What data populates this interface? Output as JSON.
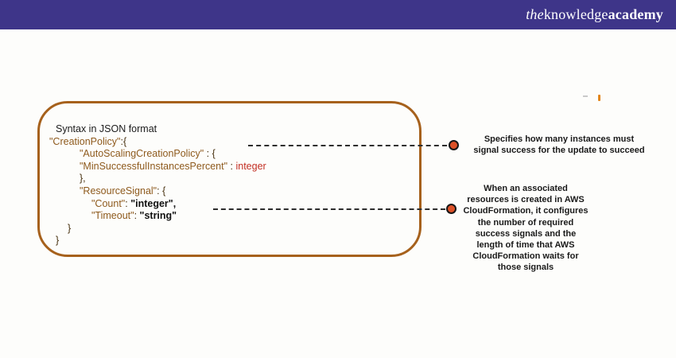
{
  "header": {
    "logo": {
      "the": "the",
      "knowledge": "knowledge",
      "academy": "academy"
    }
  },
  "code_panel": {
    "lines": [
      {
        "indent": 8,
        "segments": [
          {
            "text": "Syntax in JSON format",
            "style": "plain"
          }
        ]
      },
      {
        "indent": 0,
        "segments": [
          {
            "text": "\"CreationPolicy\"",
            "style": "key"
          },
          {
            "text": ":{",
            "style": "punct"
          }
        ]
      },
      {
        "indent": 38,
        "segments": [
          {
            "text": "\"AutoScalingCreationPolicy\"",
            "style": "key"
          },
          {
            "text": " : {",
            "style": "punct"
          }
        ]
      },
      {
        "indent": 38,
        "segments": [
          {
            "text": "\"MinSuccessfulInstancesPercent\"",
            "style": "key"
          },
          {
            "text": " : ",
            "style": "punct"
          },
          {
            "text": "integer",
            "style": "red"
          }
        ]
      },
      {
        "indent": 38,
        "segments": [
          {
            "text": "},",
            "style": "punct"
          }
        ]
      },
      {
        "indent": 38,
        "segments": [
          {
            "text": "\"ResourceSignal\"",
            "style": "key"
          },
          {
            "text": ": {",
            "style": "punct"
          }
        ]
      },
      {
        "indent": 53,
        "segments": [
          {
            "text": "\"Count\"",
            "style": "key"
          },
          {
            "text": ": ",
            "style": "punct"
          },
          {
            "text": "\"integer\",",
            "style": "val"
          }
        ]
      },
      {
        "indent": 53,
        "segments": [
          {
            "text": "\"Timeout\"",
            "style": "key"
          },
          {
            "text": ": ",
            "style": "punct"
          },
          {
            "text": "\"string\"",
            "style": "val"
          }
        ]
      },
      {
        "indent": 23,
        "segments": [
          {
            "text": "}",
            "style": "punct"
          }
        ]
      },
      {
        "indent": 8,
        "segments": [
          {
            "text": "}",
            "style": "punct"
          }
        ]
      }
    ]
  },
  "annotations": [
    {
      "lines": [
        "Specifies how many instances must",
        "signal success for the update to succeed"
      ]
    },
    {
      "lines": [
        "When an associated",
        "resources is created in AWS",
        "CloudFormation, it configures",
        "the number of required",
        "success signals and the",
        "length of time that AWS",
        "CloudFormation waits for",
        "those signals"
      ]
    }
  ],
  "colors": {
    "purple": "#3e3589",
    "page-bg": "#fdfdfb",
    "box-border": "#a6611c",
    "key-brown": "#8e5a1d",
    "punct-brown": "#47310f",
    "red": "#c32f23",
    "ink": "#1a1a1a",
    "dot-fill": "#dd5127",
    "dot-ring": "#161616",
    "dash": "#2e2e2e"
  }
}
